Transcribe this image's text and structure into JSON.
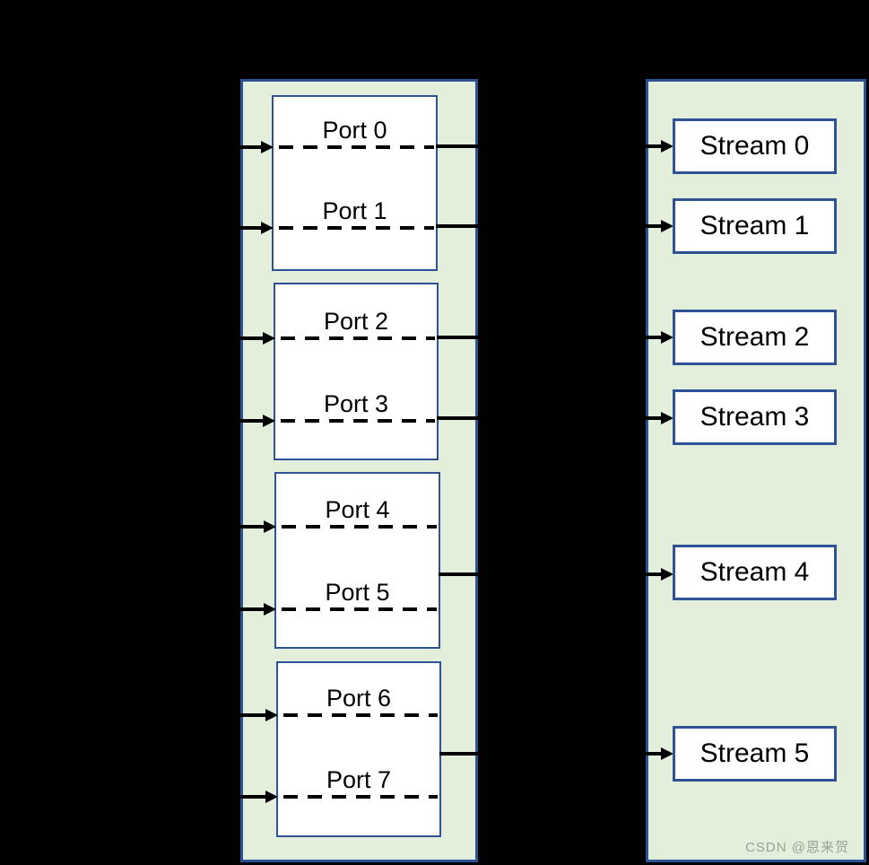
{
  "colors": {
    "bg": "#000000",
    "panel_fill": "#e3eedb",
    "panel_border": "#2d5394",
    "box_fill": "#ffffff",
    "box_border": "#2d5394",
    "line": "#000000",
    "text": "#000000",
    "watermark": "#9aa396"
  },
  "ports": [
    "Port 0",
    "Port 1",
    "Port 2",
    "Port 3",
    "Port 4",
    "Port 5",
    "Port 6",
    "Port 7"
  ],
  "streams": [
    "Stream 0",
    "Stream 1",
    "Stream 2",
    "Stream 3",
    "Stream 4",
    "Stream 5"
  ],
  "watermark": {
    "text": "CSDN @恩来贺"
  }
}
